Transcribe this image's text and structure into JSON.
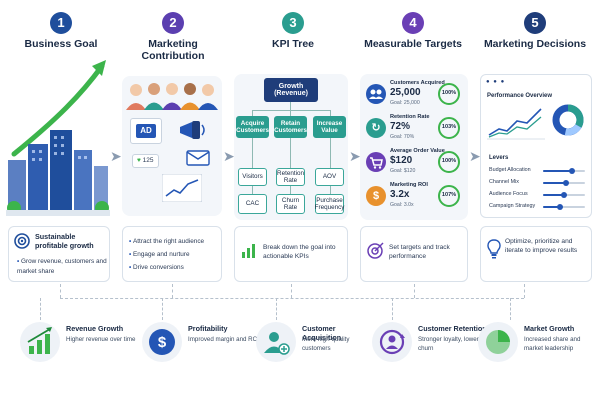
{
  "steps": [
    {
      "num": "1",
      "title": "Business Goal",
      "color": "#1f4e9c"
    },
    {
      "num": "2",
      "title": "Marketing Contribution",
      "color": "#5b3fb0"
    },
    {
      "num": "3",
      "title": "KPI Tree",
      "color": "#2a9d8f"
    },
    {
      "num": "4",
      "title": "Measurable Targets",
      "color": "#6a3fb5"
    },
    {
      "num": "5",
      "title": "Marketing Decisions",
      "color": "#1f3d7a"
    }
  ],
  "business_goal": {
    "heading": "Sustainable profitable growth",
    "bullets": [
      "Grow revenue, customers and market share"
    ]
  },
  "marketing": {
    "ad_label": "AD",
    "likes": "125",
    "bullets": [
      "Attract the right audience",
      "Engage and nurture",
      "Drive conversions"
    ]
  },
  "kpi_tree": {
    "root": "Growth (Revenue)",
    "level1": [
      "Acquire Customers",
      "Retain Customers",
      "Increase Value"
    ],
    "level2": [
      "Visitors",
      "Retention Rate",
      "AOV"
    ],
    "level3": [
      "CAC",
      "Churn Rate",
      "Purchase Frequency"
    ],
    "caption": "Break down the goal into actionable KPIs"
  },
  "targets": {
    "rows": [
      {
        "label": "Customers Acquired",
        "value": "25,000",
        "goal": "Goal: 25,000",
        "pct": "100%",
        "icon": "$",
        "color": "#2456b5"
      },
      {
        "label": "Retention Rate",
        "value": "72%",
        "goal": "Goal: 70%",
        "pct": "103%",
        "icon": "↻",
        "color": "#2a9d8f"
      },
      {
        "label": "Average Order Value",
        "value": "$120",
        "goal": "Goal: $120",
        "pct": "100%",
        "icon": "🛒",
        "color": "#6a3fb5"
      },
      {
        "label": "Marketing ROI",
        "value": "3.2x",
        "goal": "Goal: 3.0x",
        "pct": "107%",
        "icon": "$",
        "color": "#e8912d"
      }
    ],
    "caption": "Set targets and track performance"
  },
  "decisions": {
    "dashboard_title": "Performance Overview",
    "levers_title": "Levers",
    "levers": [
      "Budget Allocation",
      "Channel Mix",
      "Audience Focus",
      "Campaign Strategy"
    ],
    "lever_levels": [
      0.7,
      0.55,
      0.5,
      0.4
    ],
    "caption": "Optimize, prioritize and iterate to improve results"
  },
  "outcomes": [
    {
      "title": "Revenue Growth",
      "desc": "Higher revenue over time",
      "icon": "growth-bars-icon"
    },
    {
      "title": "Profitability",
      "desc": "Improved margin and ROI",
      "icon": "dollar-icon"
    },
    {
      "title": "Customer Acquisition",
      "desc": "More high-quality customers",
      "icon": "add-user-icon"
    },
    {
      "title": "Customer Retention",
      "desc": "Stronger loyalty, lower churn",
      "icon": "loyalty-icon"
    },
    {
      "title": "Market Growth",
      "desc": "Increased share and market leadership",
      "icon": "pie-icon"
    }
  ]
}
